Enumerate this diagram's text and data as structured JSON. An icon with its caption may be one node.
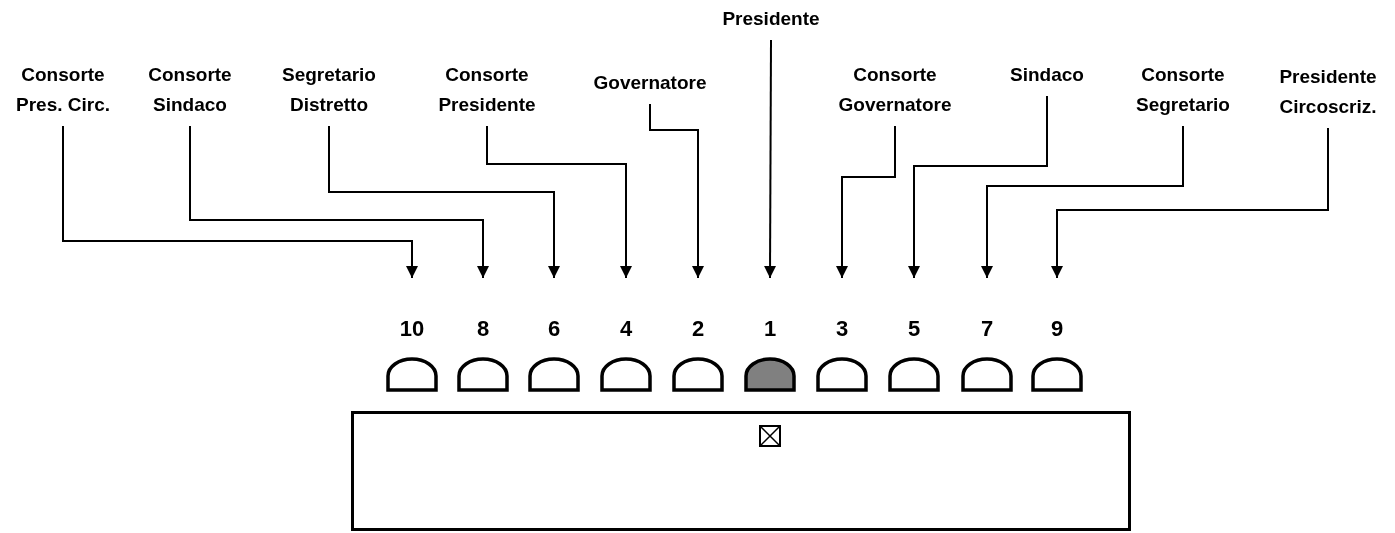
{
  "diagram": {
    "nodes": [
      {
        "text": [
          "Presidente"
        ]
      },
      {
        "text": [
          "Consorte Pres. Circ."
        ]
      },
      {
        "text": [
          "Consorte Sindaco"
        ]
      },
      {
        "text": [
          "Segretario Distretto"
        ]
      },
      {
        "text": [
          "Consorte Presidente"
        ]
      },
      {
        "text": [
          "Governatore"
        ]
      },
      {
        "text": [
          "Consorte Governatore"
        ]
      },
      {
        "text": [
          "Sindaco"
        ]
      },
      {
        "text": [
          "Consorte Segretario"
        ]
      },
      {
        "text": [
          "Presidente Circoscriz."
        ]
      },
      {
        "text": [
          "10"
        ]
      },
      {
        "text": [
          "8"
        ]
      },
      {
        "text": [
          "6"
        ]
      },
      {
        "text": [
          "4"
        ]
      },
      {
        "text": [
          "2"
        ]
      },
      {
        "text": [
          "1"
        ]
      },
      {
        "text": [
          "3"
        ]
      },
      {
        "text": [
          "5"
        ]
      },
      {
        "text": [
          "7"
        ]
      },
      {
        "text": [
          "9"
        ]
      },
      {
        "text": [],
        "shape": "box"
      }
    ],
    "edges": [
      {
        "from": 0,
        "to": 15,
        "arrow": "to"
      },
      {
        "from": 1,
        "to": 10,
        "arrow": "to"
      },
      {
        "from": 2,
        "to": 11,
        "arrow": "to"
      },
      {
        "from": 3,
        "to": 12,
        "arrow": "to"
      },
      {
        "from": 4,
        "to": 13,
        "arrow": "to"
      },
      {
        "from": 5,
        "to": 14,
        "arrow": "to"
      },
      {
        "from": 6,
        "to": 16,
        "arrow": "to"
      },
      {
        "from": 7,
        "to": 17,
        "arrow": "to"
      },
      {
        "from": 8,
        "to": 18,
        "arrow": "to"
      },
      {
        "from": 9,
        "to": 19,
        "arrow": "to"
      }
    ]
  }
}
